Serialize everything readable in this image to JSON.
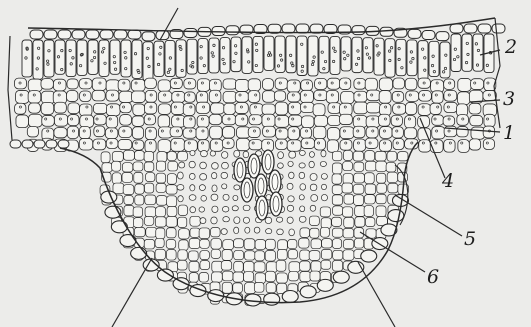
{
  "figure": {
    "labels": {
      "l1": "1",
      "l2": "2",
      "l3": "3",
      "l4": "4",
      "l5": "5",
      "l6": "6"
    },
    "stroke_color": "#2a2a2a",
    "cell_fill": "#f4f4f1",
    "background": "#ececea"
  }
}
